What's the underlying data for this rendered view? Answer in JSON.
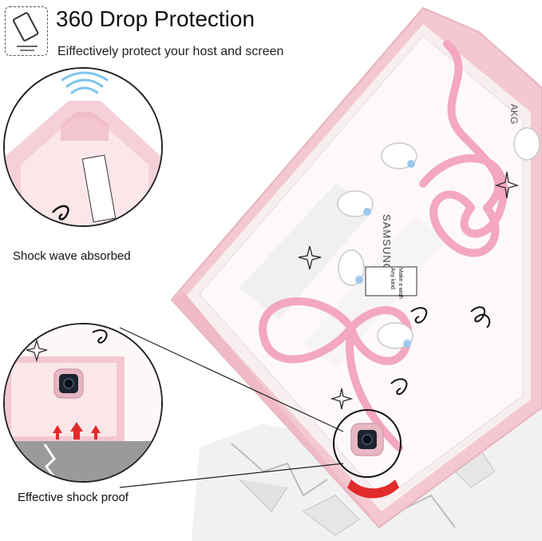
{
  "header": {
    "title": "360 Drop Protection",
    "subtitle": "Eiffectively protect your host and screen"
  },
  "callouts": {
    "top": "Shock wave absorbed",
    "bottom": "Effective shock proof"
  },
  "tablet": {
    "brand_text": "SAMSUNG",
    "corner_text": "AKG",
    "note_line1": "Make a wish",
    "note_line2": "Any kind"
  },
  "colors": {
    "case_pink": "#f3c8d1",
    "ribbon_pink": "#f3a7c0",
    "impact_red": "#e22b2b"
  }
}
